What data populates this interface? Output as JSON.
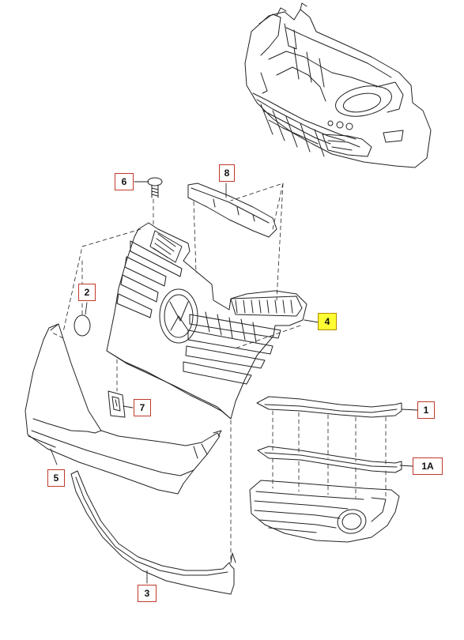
{
  "diagram": {
    "callouts": [
      {
        "id": "1",
        "label": "1"
      },
      {
        "id": "1A",
        "label": "1A"
      },
      {
        "id": "2",
        "label": "2"
      },
      {
        "id": "3",
        "label": "3"
      },
      {
        "id": "4",
        "label": "4",
        "highlighted": true
      },
      {
        "id": "5",
        "label": "5"
      },
      {
        "id": "6",
        "label": "6"
      },
      {
        "id": "7",
        "label": "7"
      },
      {
        "id": "8",
        "label": "8"
      }
    ],
    "colors": {
      "callout_border": "#c0392b",
      "highlight_fill": "#ffff33",
      "line": "#222222",
      "fill": "#ffffff"
    }
  }
}
